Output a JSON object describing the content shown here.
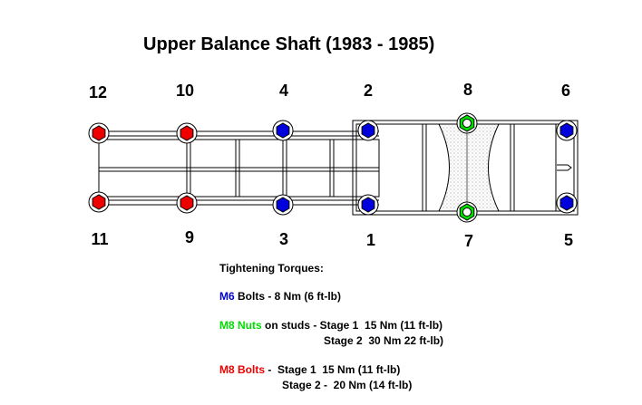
{
  "title": "Upper Balance Shaft (1983 - 1985)",
  "colors": {
    "m6": "#0000dd",
    "m8_nut": "#00dd00",
    "m8_bolt": "#ee0000",
    "m6_text": "#0000cc",
    "m8_nut_text": "#00dd00",
    "m8_bolt_text": "#ee0000",
    "outline": "#000000"
  },
  "bolts": [
    {
      "label": "12",
      "type": "m8_bolt"
    },
    {
      "label": "10",
      "type": "m8_bolt"
    },
    {
      "label": "4",
      "type": "m6"
    },
    {
      "label": "2",
      "type": "m6"
    },
    {
      "label": "8",
      "type": "m8_nut"
    },
    {
      "label": "6",
      "type": "m6"
    },
    {
      "label": "11",
      "type": "m8_bolt"
    },
    {
      "label": "9",
      "type": "m8_bolt"
    },
    {
      "label": "3",
      "type": "m6"
    },
    {
      "label": "1",
      "type": "m6"
    },
    {
      "label": "7",
      "type": "m8_nut"
    },
    {
      "label": "5",
      "type": "m6"
    }
  ],
  "legend": {
    "heading": "Tightening Torques:",
    "m6": {
      "code": "M6",
      "text": " Bolts - 8 Nm (6 ft-lb)"
    },
    "m8_nuts": {
      "code": "M8 Nuts",
      "text": " on studs - Stage 1  15 Nm (11 ft-lb)",
      "stage2": "Stage 2  30 Nm 22 ft-lb)"
    },
    "m8_bolts": {
      "code": "M8 Bolts",
      "text": " -  Stage 1  15 Nm (11 ft-lb)",
      "stage2": "Stage 2 -  20 Nm (14 ft-lb)"
    }
  }
}
